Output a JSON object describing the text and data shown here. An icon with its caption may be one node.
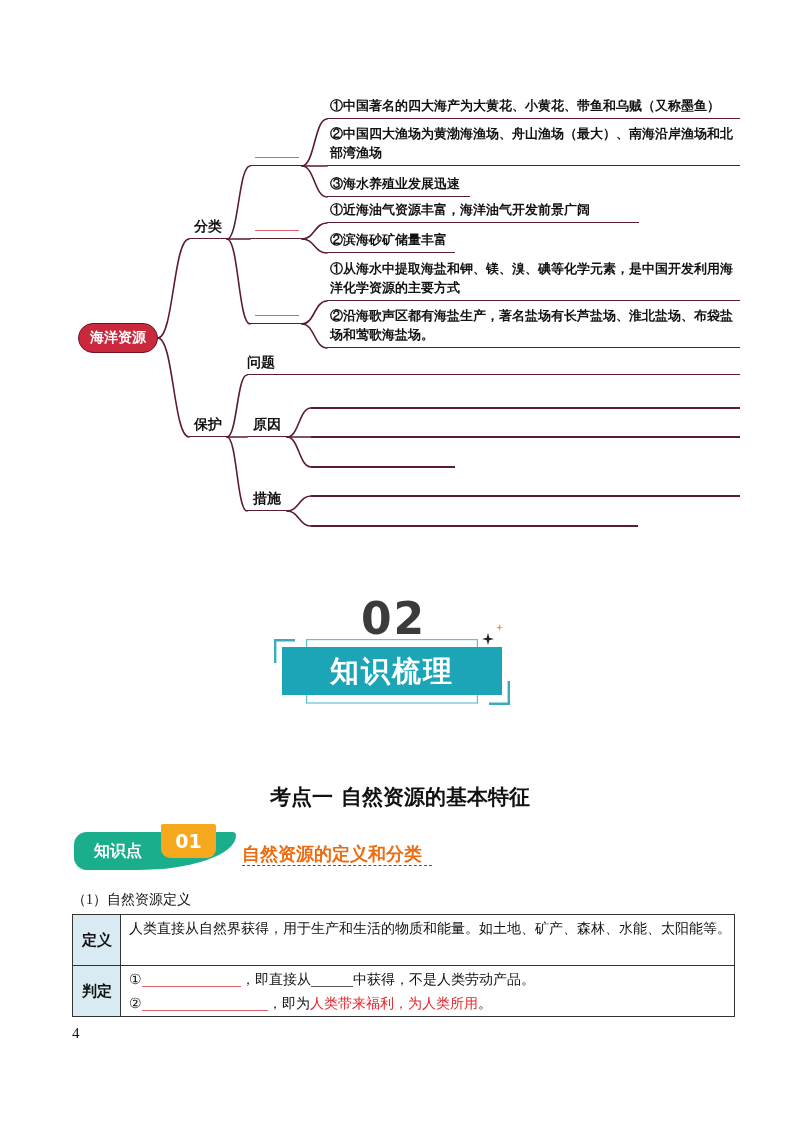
{
  "diagram": {
    "nodes": [
      {
        "text": [
          "海洋资源"
        ]
      },
      {
        "text": [
          "分类"
        ]
      },
      {
        "text": [],
        "shape": "line"
      },
      {
        "text": [
          "①中国著名的四大海产为大黄花、小黄花、带鱼和乌贼（又称墨鱼）"
        ]
      },
      {
        "text": [
          "②中国四大渔场为黄渤海渔场、舟山渔场（最大）、南海沿岸渔场和北部湾渔场"
        ]
      },
      {
        "text": [
          "③海水养殖业发展迅速"
        ]
      },
      {
        "text": [],
        "shape": "line"
      },
      {
        "text": [
          "①近海油气资源丰富，海洋油气开发前景广阔"
        ]
      },
      {
        "text": [
          "②滨海砂矿储量丰富"
        ]
      },
      {
        "text": [],
        "shape": "line"
      },
      {
        "text": [
          "①从海水中提取海盐和钾、镁、溴、碘等化学元素，是中国开发利用海洋化学资源的主要方式"
        ]
      },
      {
        "text": [
          "②沿海歌声区都有海盐生产，著名盐场有长芦盐场、淮北盐场、布袋盐场和莺歌海盐场。"
        ]
      },
      {
        "text": [
          "保护"
        ]
      },
      {
        "text": [
          "问题"
        ]
      },
      {
        "text": [
          "原因"
        ]
      },
      {
        "text": [],
        "shape": "line"
      },
      {
        "text": [],
        "shape": "line"
      },
      {
        "text": [],
        "shape": "line"
      },
      {
        "text": [
          "措施"
        ]
      },
      {
        "text": [],
        "shape": "line"
      },
      {
        "text": [],
        "shape": "line"
      }
    ],
    "edges": [
      {
        "from": 0,
        "to": 1,
        "arrow": "none"
      },
      {
        "from": 1,
        "to": 2,
        "arrow": "none"
      },
      {
        "from": 2,
        "to": 3,
        "arrow": "none"
      },
      {
        "from": 2,
        "to": 4,
        "arrow": "none"
      },
      {
        "from": 2,
        "to": 5,
        "arrow": "none"
      },
      {
        "from": 1,
        "to": 6,
        "arrow": "none"
      },
      {
        "from": 6,
        "to": 7,
        "arrow": "none"
      },
      {
        "from": 6,
        "to": 8,
        "arrow": "none"
      },
      {
        "from": 1,
        "to": 9,
        "arrow": "none"
      },
      {
        "from": 9,
        "to": 10,
        "arrow": "none"
      },
      {
        "from": 9,
        "to": 11,
        "arrow": "none"
      },
      {
        "from": 0,
        "to": 12,
        "arrow": "none"
      },
      {
        "from": 12,
        "to": 13,
        "arrow": "none"
      },
      {
        "from": 12,
        "to": 14,
        "arrow": "none"
      },
      {
        "from": 14,
        "to": 15,
        "arrow": "none"
      },
      {
        "from": 14,
        "to": 16,
        "arrow": "none"
      },
      {
        "from": 14,
        "to": 17,
        "arrow": "none"
      },
      {
        "from": 12,
        "to": 18,
        "arrow": "none"
      },
      {
        "from": 18,
        "to": 19,
        "arrow": "none"
      },
      {
        "from": 18,
        "to": 20,
        "arrow": "none"
      }
    ],
    "labels": [
      "02",
      "知识梳理",
      "考点一 自然资源的基本特征",
      "知识点",
      "01",
      "自然资源的定义和分类",
      "（1）自然资源定义",
      "定义",
      "人类直接从自然界获得，用于生产和生活的物质和能量。如土地、矿产、森林、水能、太阳能等。",
      "判定",
      "①",
      "，即直接从",
      "中获得，不是人类劳动产品。",
      "②",
      "，即为",
      "人类带来福利，为人类所用",
      "。",
      "4"
    ]
  }
}
